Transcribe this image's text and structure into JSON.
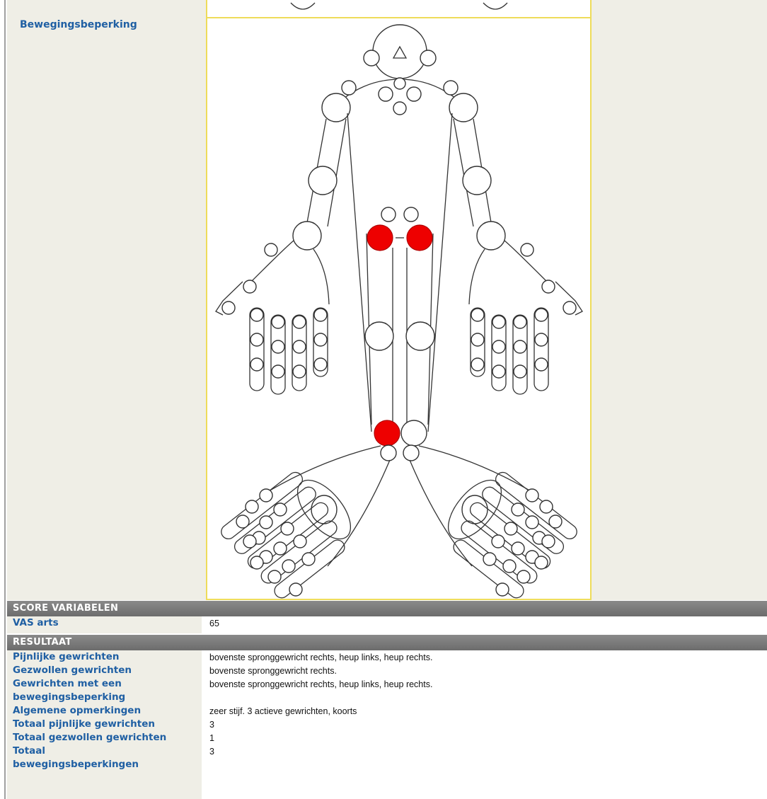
{
  "form": {
    "field_label": "Bewegingsbeperking"
  },
  "figure": {
    "affected_joints": [
      "hip-left",
      "hip-right",
      "ankle-right"
    ],
    "highlight_color": "#ee0000",
    "frame_color": "#eedc5a"
  },
  "score_section": {
    "header": "SCORE VARIABELEN",
    "rows": [
      {
        "label": "VAS arts",
        "value": "65"
      }
    ]
  },
  "result_section": {
    "header": "RESULTAAT",
    "rows": [
      {
        "label": "Pijnlijke gewrichten",
        "value": "bovenste spronggewricht rechts, heup links, heup rechts."
      },
      {
        "label": "Gezwollen gewrichten",
        "value": "bovenste spronggewricht rechts."
      },
      {
        "label": "Gewrichten met een bewegingsbeperking",
        "value": "bovenste spronggewricht rechts, heup links, heup rechts."
      },
      {
        "label": "Algemene opmerkingen",
        "value": "zeer stijf. 3 actieve gewrichten, koorts"
      },
      {
        "label": "Totaal pijnlijke gewrichten",
        "value": "3"
      },
      {
        "label": "Totaal gezwollen gewrichten",
        "value": "1"
      },
      {
        "label": "Totaal bewegingsbeperkingen",
        "value": "3"
      }
    ]
  }
}
